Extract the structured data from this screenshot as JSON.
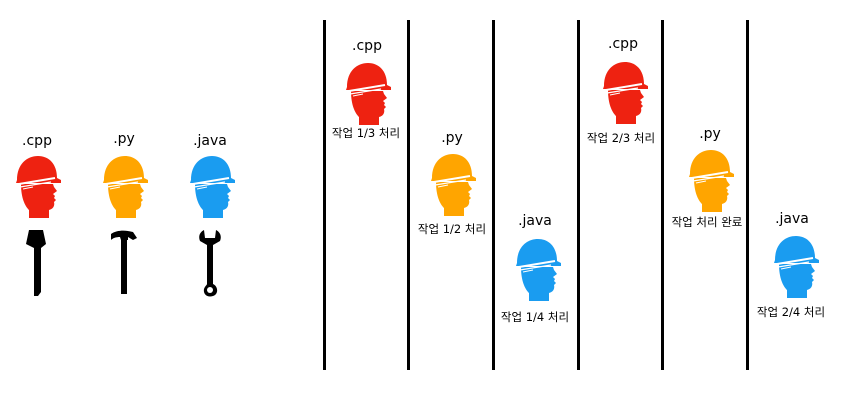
{
  "legend": [
    {
      "ext": ".cpp",
      "color": "#ee2211",
      "tool": "axe-icon"
    },
    {
      "ext": ".py",
      "color": "#ffa500",
      "tool": "hammer-icon"
    },
    {
      "ext": ".java",
      "color": "#1a9cf0",
      "tool": "wrench-icon"
    }
  ],
  "timeline": [
    {
      "ext": ".cpp",
      "color": "#ee2211",
      "label": "작업 1/3 처리"
    },
    {
      "ext": ".py",
      "color": "#ffa500",
      "label": "작업 1/2 처리"
    },
    {
      "ext": ".java",
      "color": "#1a9cf0",
      "label": "작업 1/4 처리"
    },
    {
      "ext": ".cpp",
      "color": "#ee2211",
      "label": "작업 2/3 처리"
    },
    {
      "ext": ".py",
      "color": "#ffa500",
      "label": "작업 처리 완료"
    },
    {
      "ext": ".java",
      "color": "#1a9cf0",
      "label": "작업 2/4 처리"
    }
  ]
}
